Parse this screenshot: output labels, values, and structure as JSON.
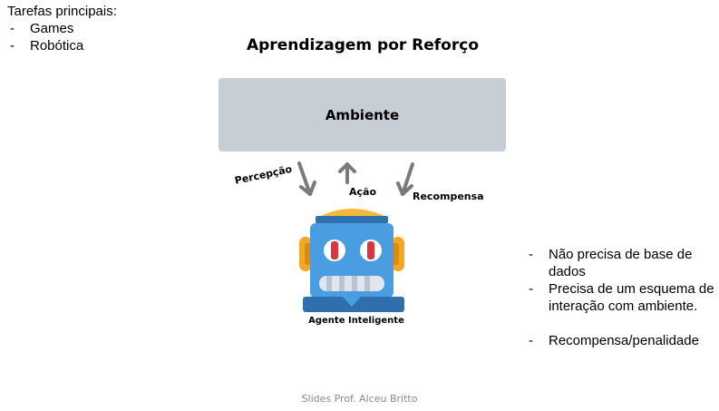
{
  "tasks": {
    "heading": "Tarefas principais:",
    "items": [
      "Games",
      "Robótica"
    ]
  },
  "title": "Aprendizagem por Reforço",
  "environment": {
    "label": "Ambiente"
  },
  "arrows": {
    "perception": "Percepção",
    "action": "Ação",
    "reward": "Recompensa"
  },
  "agent": {
    "label": "Agente Inteligente",
    "icon": "robot-icon"
  },
  "notes": [
    "Não precisa de base de dados",
    "Precisa de um esquema de interação com ambiente.",
    "Recompensa/penalidade"
  ],
  "footer": "Slides Prof. Alceu Britto",
  "colors": {
    "environment_box": "#c8ced6",
    "arrow": "#7a7a7a",
    "robot_body": "#4a9de0",
    "robot_ears": "#f5a623",
    "robot_eyes": "#d9363e"
  }
}
